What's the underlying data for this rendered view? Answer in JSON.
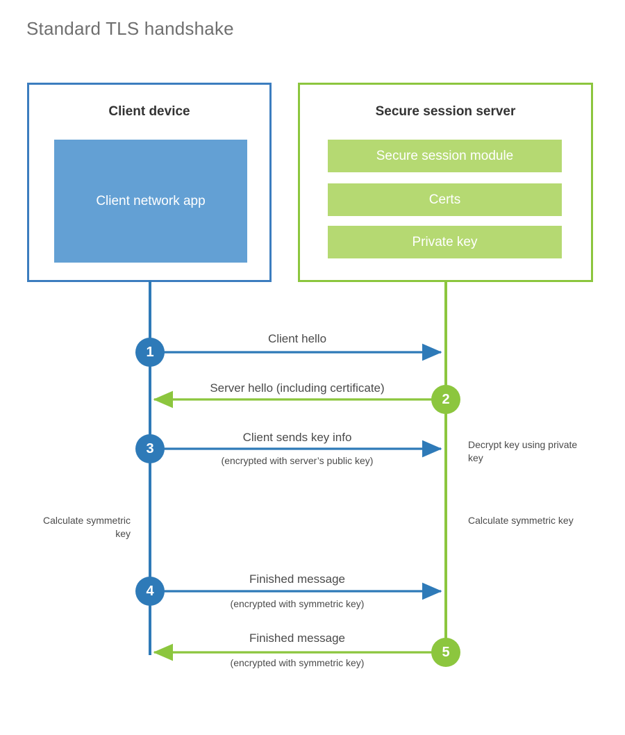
{
  "title": "Standard TLS handshake",
  "colors": {
    "client_blue": "#2e7ab8",
    "client_border_blue": "#3c7dbf",
    "client_block_blue": "#63a0d4",
    "server_green": "#8cc63e",
    "server_bar_green": "#b5d972",
    "title_gray": "#6f6f6f",
    "label_gray": "#4a4a4a",
    "background": "#ffffff"
  },
  "parties": {
    "client": {
      "title": "Client device",
      "block_label": "Client network app"
    },
    "server": {
      "title": "Secure session server",
      "bars": [
        {
          "label": "Secure session module"
        },
        {
          "label": "Certs"
        },
        {
          "label": "Private key"
        }
      ]
    }
  },
  "steps": [
    {
      "number": "1",
      "label": "Client hello",
      "sublabel": "",
      "direction": "client-to-server",
      "origin": "client"
    },
    {
      "number": "2",
      "label": "Server hello (including certificate)",
      "sublabel": "",
      "direction": "server-to-client",
      "origin": "server"
    },
    {
      "number": "3",
      "label": "Client sends key info",
      "sublabel": "(encrypted with server’s public key)",
      "direction": "client-to-server",
      "origin": "client"
    },
    {
      "number": "4",
      "label": "Finished message",
      "sublabel": "(encrypted with symmetric key)",
      "direction": "client-to-server",
      "origin": "client"
    },
    {
      "number": "5",
      "label": "Finished message",
      "sublabel": "(encrypted with symmetric key)",
      "direction": "server-to-client",
      "origin": "server"
    }
  ],
  "annotations": {
    "decrypt_key": "Decrypt key using private key",
    "calculate_symmetric_key_client": "Calculate symmetric key",
    "calculate_symmetric_key_server": "Calculate symmetric key"
  }
}
